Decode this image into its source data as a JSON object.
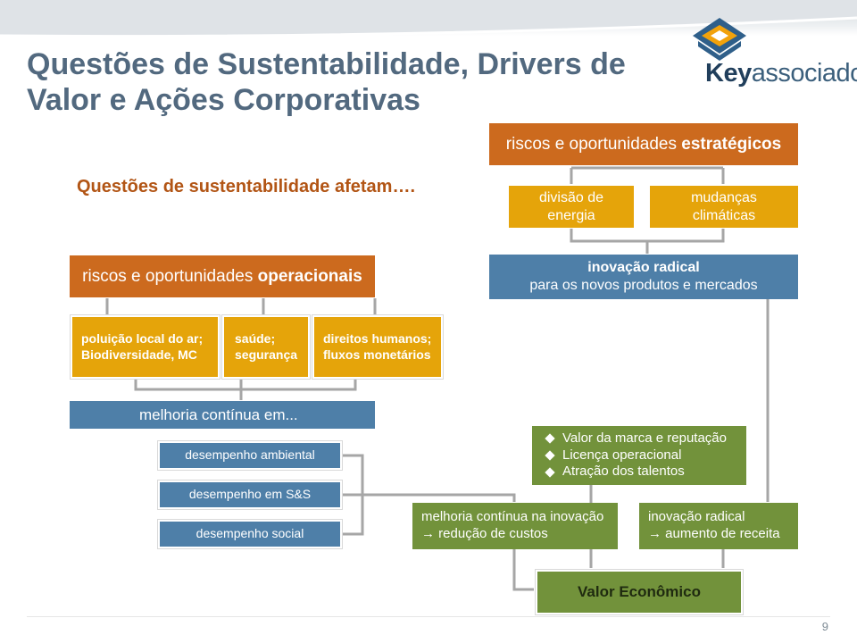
{
  "title": "Questões de Sustentabilidade, Drivers de Valor e Ações Corporativas",
  "logo": {
    "prefix": "Key",
    "suffix": "associados"
  },
  "subheading": "Questões de sustentabilidade afetam….",
  "strategic": {
    "prefix": "riscos e oportunidades ",
    "emphasis": "estratégicos"
  },
  "energy_division": [
    "divisão de",
    "energia"
  ],
  "climate_change": [
    "mudanças",
    "climáticas"
  ],
  "radical_innovation": {
    "line1": "inovação radical",
    "line2": "para os novos produtos e mercados"
  },
  "operational": {
    "prefix": "riscos e oportunidades ",
    "emphasis": "operacionais"
  },
  "issues": [
    {
      "line1": "poluição local do ar;",
      "line2": "Biodiversidade, MC"
    },
    {
      "line1": "saúde;",
      "line2": "segurança"
    },
    {
      "line1": "direitos humanos;",
      "line2": "fluxos monetários"
    }
  ],
  "continuous_improvement": "melhoria contínua em...",
  "performance": [
    "desempenho ambiental",
    "desempenho em S&S",
    "desempenho social"
  ],
  "brand_values": [
    "Valor da marca e reputação",
    "Licença operacional",
    "Atração dos talentos"
  ],
  "innovation_improvement": {
    "line1": "melhoria contínua na inovação",
    "arrow": "→",
    "line2": "redução de custos"
  },
  "radical_revenue": {
    "line1": "inovação radical",
    "arrow": "→",
    "line2": "aumento de receita"
  },
  "economic_value": "Valor Econômico",
  "page_number": "9",
  "colors": {
    "orange": "#cc6a1e",
    "gold": "#e5a40a",
    "blue": "#4e7fa8",
    "green": "#72923b",
    "title": "#52697f"
  }
}
